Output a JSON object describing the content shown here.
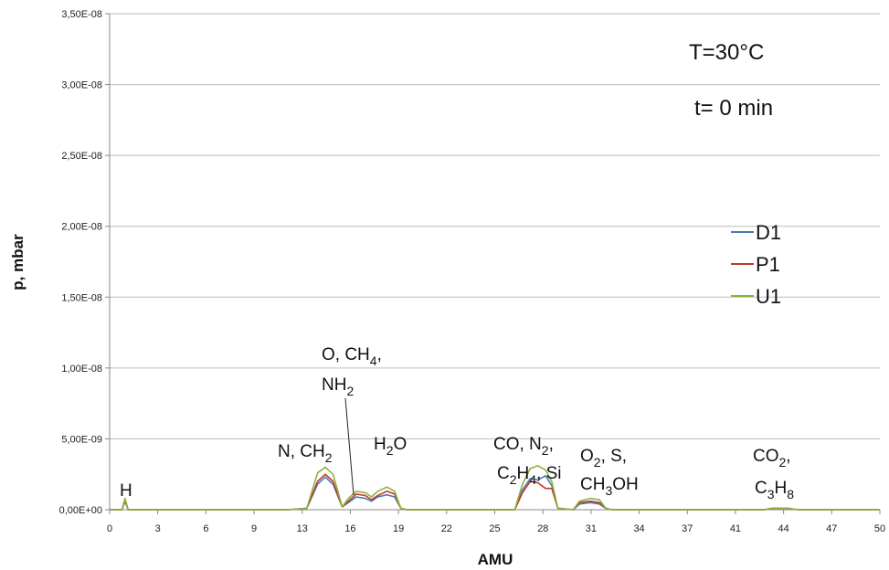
{
  "chart_data": {
    "type": "line",
    "xlabel": "AMU",
    "ylabel": "p, mbar",
    "xlim": [
      0,
      50
    ],
    "ylim": [
      0,
      3.5e-08
    ],
    "x_ticks": [
      "0",
      "3",
      "6",
      "9",
      "13",
      "16",
      "19",
      "22",
      "25",
      "28",
      "31",
      "34",
      "37",
      "41",
      "44",
      "47",
      "50"
    ],
    "y_ticks": [
      "0,00E+00",
      "5,00E-09",
      "1,00E-08",
      "1,50E-08",
      "2,00E-08",
      "2,50E-08",
      "3,00E-08",
      "3,50E-08"
    ],
    "grid": "horizontal",
    "legend": "right",
    "series": [
      {
        "name": "D1",
        "color": "#4a7ab0",
        "points": [
          [
            0,
            0
          ],
          [
            0.8,
            0
          ],
          [
            1,
            6e-10
          ],
          [
            1.2,
            0
          ],
          [
            11.6,
            0
          ],
          [
            12.8,
            1e-10
          ],
          [
            13.5,
            1.8e-09
          ],
          [
            14,
            2.3e-09
          ],
          [
            14.5,
            1.8e-09
          ],
          [
            15.1,
            2e-10
          ],
          [
            15.5,
            5e-10
          ],
          [
            16,
            9e-10
          ],
          [
            16.6,
            8e-10
          ],
          [
            17,
            6e-10
          ],
          [
            17.4,
            9e-10
          ],
          [
            18,
            1.05e-09
          ],
          [
            18.5,
            9e-10
          ],
          [
            18.9,
            1e-10
          ],
          [
            19.3,
            0
          ],
          [
            26.3,
            0
          ],
          [
            26.8,
            1.4e-09
          ],
          [
            27.3,
            2.2e-09
          ],
          [
            27.8,
            2.1e-09
          ],
          [
            28.3,
            2.4e-09
          ],
          [
            28.7,
            1.7e-09
          ],
          [
            29.1,
            1e-10
          ],
          [
            30.1,
            0
          ],
          [
            30.5,
            4e-10
          ],
          [
            31.2,
            5e-10
          ],
          [
            31.8,
            4e-10
          ],
          [
            32.2,
            1e-10
          ],
          [
            32.6,
            0
          ],
          [
            42.5,
            0
          ],
          [
            43,
            1e-10
          ],
          [
            44,
            1e-10
          ],
          [
            44.7,
            0
          ],
          [
            50,
            0
          ]
        ]
      },
      {
        "name": "P1",
        "color": "#c0392b",
        "points": [
          [
            0,
            0
          ],
          [
            0.8,
            0
          ],
          [
            1,
            7e-10
          ],
          [
            1.2,
            0
          ],
          [
            11.6,
            0
          ],
          [
            12.8,
            1e-10
          ],
          [
            13.5,
            2e-09
          ],
          [
            14,
            2.5e-09
          ],
          [
            14.5,
            2e-09
          ],
          [
            15.1,
            2e-10
          ],
          [
            15.5,
            6e-10
          ],
          [
            16,
            1.1e-09
          ],
          [
            16.6,
            1e-09
          ],
          [
            17,
            7e-10
          ],
          [
            17.4,
            1e-09
          ],
          [
            18,
            1.3e-09
          ],
          [
            18.5,
            1.1e-09
          ],
          [
            18.9,
            1e-10
          ],
          [
            19.3,
            0
          ],
          [
            26.3,
            0
          ],
          [
            26.8,
            1.2e-09
          ],
          [
            27.3,
            2e-09
          ],
          [
            27.8,
            1.9e-09
          ],
          [
            28.3,
            1.5e-09
          ],
          [
            28.7,
            1.5e-09
          ],
          [
            29.1,
            1e-10
          ],
          [
            30.1,
            0
          ],
          [
            30.5,
            5e-10
          ],
          [
            31.2,
            6e-10
          ],
          [
            31.8,
            5e-10
          ],
          [
            32.2,
            1e-10
          ],
          [
            32.6,
            0
          ],
          [
            42.5,
            0
          ],
          [
            43,
            1e-10
          ],
          [
            44,
            1e-10
          ],
          [
            44.7,
            0
          ],
          [
            50,
            0
          ]
        ]
      },
      {
        "name": "U1",
        "color": "#8db33a",
        "points": [
          [
            0,
            0
          ],
          [
            0.8,
            0
          ],
          [
            1,
            8e-10
          ],
          [
            1.2,
            0
          ],
          [
            11.6,
            0
          ],
          [
            12.8,
            1e-10
          ],
          [
            13.5,
            2.6e-09
          ],
          [
            14,
            3e-09
          ],
          [
            14.5,
            2.5e-09
          ],
          [
            15.1,
            2e-10
          ],
          [
            15.5,
            8e-10
          ],
          [
            16,
            1.3e-09
          ],
          [
            16.6,
            1.2e-09
          ],
          [
            17,
            9e-10
          ],
          [
            17.4,
            1.3e-09
          ],
          [
            18,
            1.6e-09
          ],
          [
            18.5,
            1.3e-09
          ],
          [
            18.9,
            1e-10
          ],
          [
            19.3,
            0
          ],
          [
            26.3,
            0
          ],
          [
            26.8,
            1.8e-09
          ],
          [
            27.3,
            2.9e-09
          ],
          [
            27.8,
            3.1e-09
          ],
          [
            28.3,
            2.8e-09
          ],
          [
            28.7,
            2e-09
          ],
          [
            29.1,
            1e-10
          ],
          [
            30.1,
            0
          ],
          [
            30.5,
            6e-10
          ],
          [
            31.2,
            8e-10
          ],
          [
            31.8,
            7e-10
          ],
          [
            32.2,
            1e-10
          ],
          [
            32.6,
            0
          ],
          [
            42.5,
            0
          ],
          [
            43,
            1e-10
          ],
          [
            44,
            1e-10
          ],
          [
            44.7,
            0
          ],
          [
            50,
            0
          ]
        ]
      }
    ],
    "annotations": [
      {
        "text": "T=30°C"
      },
      {
        "text": "t= 0 min"
      }
    ],
    "peak_labels": {
      "h": "H",
      "n_ch2": "N, CH",
      "o_ch4": "O, CH",
      "nh2": "NH",
      "h2o_h": "H",
      "h2o_o": "O",
      "co_n2": "CO, N",
      "c2h4_si": "C",
      "c2h4_h": "H",
      "si": ", Si",
      "o2": "O",
      "s": ", S,",
      "ch3oh": "CH",
      "ch3oh_oh": "OH",
      "co2": "CO",
      "c3h8_c": "C",
      "c3h8_h": "H",
      "sub2": "2",
      "sub3": "3",
      "sub4": "4",
      "sub8": "8",
      "comma": ","
    }
  }
}
